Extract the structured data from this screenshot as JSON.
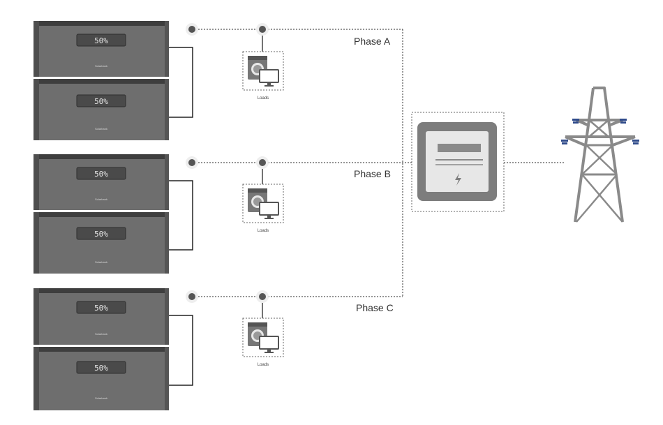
{
  "phases": [
    {
      "label": "Phase A",
      "loads_label": "Loads",
      "battery_display": [
        "50%",
        "50%"
      ]
    },
    {
      "label": "Phase B",
      "loads_label": "Loads",
      "battery_display": [
        "50%",
        "50%"
      ]
    },
    {
      "label": "Phase C",
      "loads_label": "Loads",
      "battery_display": [
        "50%",
        "50%"
      ]
    }
  ],
  "battery_brand": "Solarbank",
  "colors": {
    "battery_body": "#6e6e6e",
    "battery_top": "#3e3e3e",
    "line": "#555555",
    "meter_frame": "#7d7d7d",
    "tower": "#8a8a8a",
    "insulator": "#2e4a8a"
  },
  "icons": {
    "meter": "electric-meter-icon",
    "grid": "transmission-tower-icon",
    "loads": "washing-machine-and-monitor-icon"
  }
}
